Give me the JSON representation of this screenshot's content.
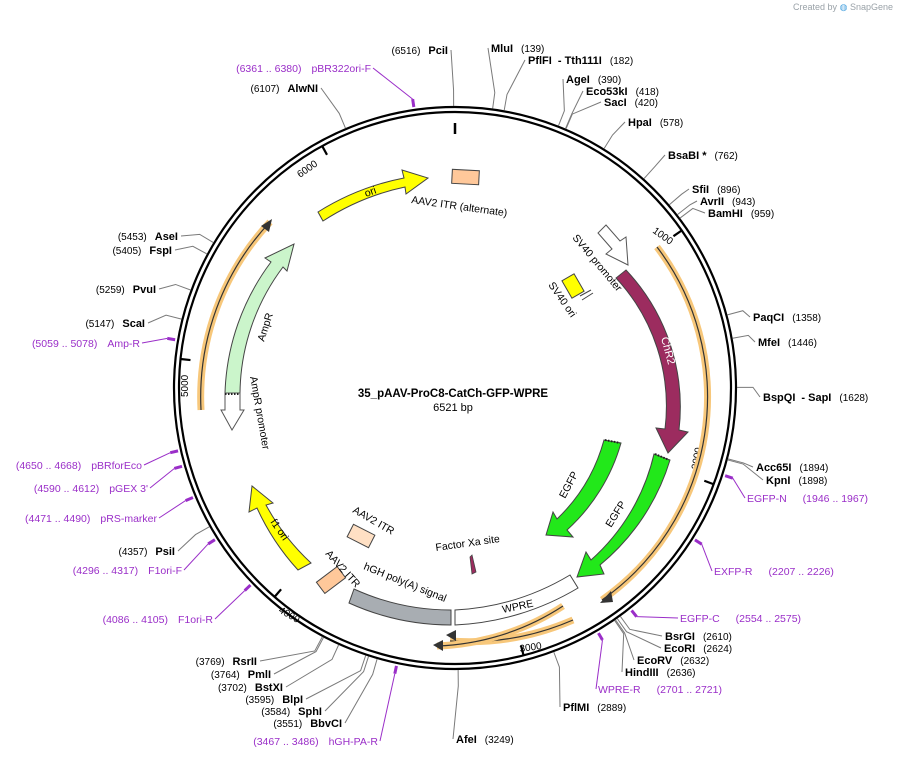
{
  "credit": {
    "prefix": "Created by",
    "brand": "SnapGene"
  },
  "plasmid": {
    "name": "35_pAAV-ProC8-CatCh-GFP-WPRE",
    "length_label": "6521 bp",
    "length": 6521
  },
  "ticks": [
    {
      "pos": 1000,
      "label": "1000"
    },
    {
      "pos": 2000,
      "label": "2000"
    },
    {
      "pos": 3000,
      "label": "3000"
    },
    {
      "pos": 4000,
      "label": "4000"
    },
    {
      "pos": 5000,
      "label": "5000"
    },
    {
      "pos": 6000,
      "label": "6000"
    }
  ],
  "sites_right": [
    {
      "bp": 139,
      "name": "MluI",
      "pos": "(139)",
      "extra": ""
    },
    {
      "bp": 182,
      "name": "PflFI",
      "pos": "(182)",
      "extra": "- Tth111I"
    },
    {
      "bp": 390,
      "name": "AgeI",
      "pos": "(390)",
      "extra": ""
    },
    {
      "bp": 418,
      "name": "Eco53kI",
      "pos": "(418)",
      "extra": ""
    },
    {
      "bp": 420,
      "name": "SacI",
      "pos": "(420)",
      "extra": ""
    },
    {
      "bp": 578,
      "name": "HpaI",
      "pos": "(578)",
      "extra": ""
    },
    {
      "bp": 762,
      "name": "BsaBI *",
      "pos": "(762)",
      "extra": ""
    },
    {
      "bp": 896,
      "name": "SfiI",
      "pos": "(896)",
      "extra": ""
    },
    {
      "bp": 943,
      "name": "AvrII",
      "pos": "(943)",
      "extra": ""
    },
    {
      "bp": 959,
      "name": "BamHI",
      "pos": "(959)",
      "extra": ""
    },
    {
      "bp": 1358,
      "name": "PaqCI",
      "pos": "(1358)",
      "extra": ""
    },
    {
      "bp": 1446,
      "name": "MfeI",
      "pos": "(1446)",
      "extra": ""
    },
    {
      "bp": 1628,
      "name": "BspQI",
      "pos": "(1628)",
      "extra": "- SapI"
    },
    {
      "bp": 1894,
      "name": "Acc65I",
      "pos": "(1894)",
      "extra": ""
    },
    {
      "bp": 1898,
      "name": "KpnI",
      "pos": "(1898)",
      "extra": ""
    },
    {
      "bp": 2610,
      "name": "BsrGI",
      "pos": "(2610)",
      "extra": ""
    },
    {
      "bp": 2624,
      "name": "EcoRI",
      "pos": "(2624)",
      "extra": ""
    },
    {
      "bp": 2632,
      "name": "EcoRV",
      "pos": "(2632)",
      "extra": ""
    },
    {
      "bp": 2636,
      "name": "HindIII",
      "pos": "(2636)",
      "extra": ""
    },
    {
      "bp": 2889,
      "name": "PflMI",
      "pos": "(2889)",
      "extra": ""
    },
    {
      "bp": 3249,
      "name": "AfeI",
      "pos": "(3249)",
      "extra": ""
    }
  ],
  "sites_left": [
    {
      "bp": 6516,
      "name": "PciI",
      "pos": "(6516)"
    },
    {
      "bp": 6107,
      "name": "AlwNI",
      "pos": "(6107)"
    },
    {
      "bp": 5453,
      "name": "AseI",
      "pos": "(5453)"
    },
    {
      "bp": 5405,
      "name": "FspI",
      "pos": "(5405)"
    },
    {
      "bp": 5259,
      "name": "PvuI",
      "pos": "(5259)"
    },
    {
      "bp": 5147,
      "name": "ScaI",
      "pos": "(5147)"
    },
    {
      "bp": 4357,
      "name": "PsiI",
      "pos": "(4357)"
    },
    {
      "bp": 3769,
      "name": "RsrII",
      "pos": "(3769)"
    },
    {
      "bp": 3764,
      "name": "PmlI",
      "pos": "(3764)"
    },
    {
      "bp": 3702,
      "name": "BstXI",
      "pos": "(3702)"
    },
    {
      "bp": 3595,
      "name": "BlpI",
      "pos": "(3595)"
    },
    {
      "bp": 3584,
      "name": "SphI",
      "pos": "(3584)"
    },
    {
      "bp": 3551,
      "name": "BbvCI",
      "pos": "(3551)"
    }
  ],
  "primers_right": [
    {
      "bp": 1956,
      "name": "EGFP-N",
      "range": "(1946 .. 1967)"
    },
    {
      "bp": 2216,
      "name": "EXFP-R",
      "range": "(2207 .. 2226)"
    },
    {
      "bp": 2564,
      "name": "EGFP-C",
      "range": "(2554 .. 2575)"
    },
    {
      "bp": 2711,
      "name": "WPRE-R",
      "range": "(2701 .. 2721)"
    }
  ],
  "primers_left": [
    {
      "bp": 6370,
      "name": "pBR322ori-F",
      "range": "(6361 .. 6380)"
    },
    {
      "bp": 5068,
      "name": "Amp-R",
      "range": "(5059 .. 5078)"
    },
    {
      "bp": 4659,
      "name": "pBRforEco",
      "range": "(4650 .. 4668)"
    },
    {
      "bp": 4601,
      "name": "pGEX 3'",
      "range": "(4590 .. 4612)"
    },
    {
      "bp": 4480,
      "name": "pRS-marker",
      "range": "(4471 .. 4490)"
    },
    {
      "bp": 4306,
      "name": "F1ori-F",
      "range": "(4296 .. 4317)"
    },
    {
      "bp": 4095,
      "name": "F1ori-R",
      "range": "(4086 .. 4105)"
    },
    {
      "bp": 3476,
      "name": "hGH-PA-R",
      "range": "(3467 .. 3486)"
    }
  ],
  "features": {
    "ori": "ori",
    "aav2_itr_alt": "AAV2 ITR (alternate)",
    "sv40_promoter": "SV40 promoter",
    "sv40_ori": "SV40 ori",
    "chr2": "ChR2",
    "egfp_a": "EGFP",
    "egfp_b": "EGFP",
    "wpre": "WPRE",
    "factor_xa": "Factor Xa site",
    "hgh_polya": "hGH poly(A) signal",
    "aav2_itr_1": "AAV2 ITR",
    "aav2_itr_2": "AAV2 ITR",
    "f1_ori": "f1 ori",
    "ampr": "AmpR",
    "ampr_promoter": "AmpR promoter"
  },
  "colors": {
    "ori": "#ffff00",
    "itr": "#ffc89a",
    "chr2": "#9c2c5f",
    "egfp": "#22e81a",
    "ampr": "#cbf5cb",
    "polya": "#a8adb2",
    "primer": "#9a2ec8",
    "orf": "#f7c77a"
  }
}
